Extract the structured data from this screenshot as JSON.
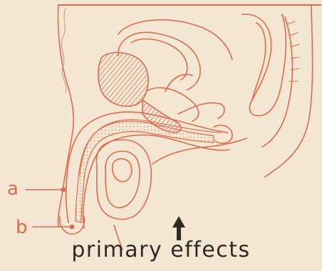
{
  "labels": {
    "a": "a",
    "b": "b"
  },
  "caption": "primary effects",
  "colors": {
    "paper": "#f3e7d3",
    "outline": "#e06a4c",
    "caption": "#2e2925",
    "hatch": "#c76a55"
  },
  "icons": {
    "arrow": "up-arrow-icon"
  }
}
